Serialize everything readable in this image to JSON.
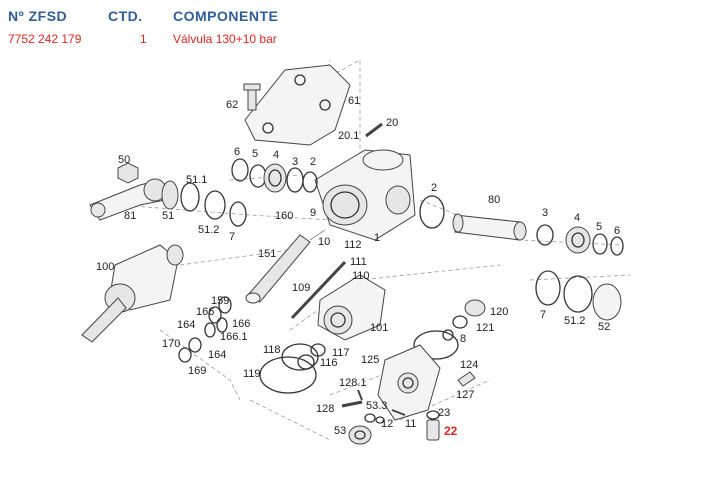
{
  "header": {
    "col_ref": "Nº ZFSD",
    "col_qty": "CTD.",
    "col_comp": "COMPONENTE"
  },
  "row": {
    "ref": "7752 242 179",
    "qty": "1",
    "comp": "Válvula 130+10 bar"
  },
  "callouts": {
    "c62": "62",
    "c61": "61",
    "c20": "20",
    "c201": "20.1",
    "c50": "50",
    "c511a": "51.1",
    "c81": "81",
    "c51a": "51",
    "c512a": "51.2",
    "c7a": "7",
    "c6a": "6",
    "c5a": "5",
    "c4a": "4",
    "c3a": "3",
    "c2a": "2",
    "c160": "160",
    "c9": "9",
    "c10": "10",
    "c112": "112",
    "c1": "1",
    "c2b": "2",
    "c80": "80",
    "c3b": "3",
    "c4b": "4",
    "c5b": "5",
    "c6b": "6",
    "c7b": "7",
    "c512b": "51.2",
    "c52": "52",
    "c100": "100",
    "c151": "151",
    "c111": "111",
    "c110": "110",
    "c109": "109",
    "c159": "159",
    "c166a": "166",
    "c166b": "166",
    "c1661": "166.1",
    "c164a": "164",
    "c164b": "164",
    "c170": "170",
    "c169": "169",
    "c101": "101",
    "c120": "120",
    "c121": "121",
    "c8": "8",
    "c118": "118",
    "c117": "117",
    "c116": "116",
    "c119": "119",
    "c125": "125",
    "c124": "124",
    "c1281": "128.1",
    "c127": "127",
    "c128": "128",
    "c533": "53.3",
    "c23": "23",
    "c53": "53",
    "c12": "12",
    "c11": "11",
    "c22": "22"
  }
}
